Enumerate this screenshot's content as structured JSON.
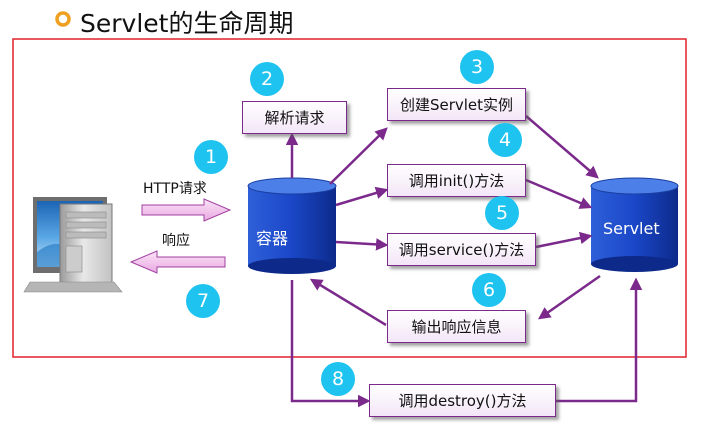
{
  "title": "Servlet的生命周期",
  "colors": {
    "frame": "#e0202a",
    "arrow": "#7b2a8c",
    "badge": "#1fc3ef",
    "cylinder": "#1d4fd0",
    "bullet": "#f0a020"
  },
  "icons": {
    "bullet": "orange-ring-bullet-icon",
    "client": "desktop-computer-icon"
  },
  "nodes": {
    "container": "容器",
    "servlet": "Servlet"
  },
  "edge_labels": {
    "http_request": "HTTP请求",
    "response": "响应"
  },
  "steps": [
    {
      "num": "1",
      "label": ""
    },
    {
      "num": "2",
      "label": "解析请求"
    },
    {
      "num": "3",
      "label": "创建Servlet实例"
    },
    {
      "num": "4",
      "label": "调用init()方法"
    },
    {
      "num": "5",
      "label": "调用service()方法"
    },
    {
      "num": "6",
      "label": "输出响应信息"
    },
    {
      "num": "7",
      "label": ""
    },
    {
      "num": "8",
      "label": "调用destroy()方法"
    }
  ]
}
